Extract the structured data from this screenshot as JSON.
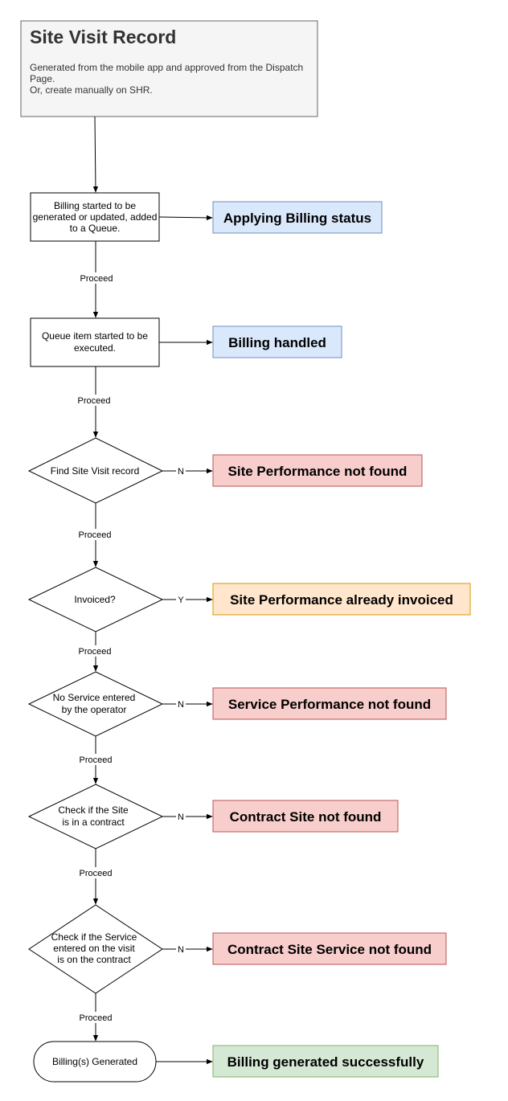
{
  "header": {
    "title": "Site Visit Record",
    "desc_lines": [
      "Generated from the mobile app and approved from the Dispatch",
      "Page.",
      "Or, create manually on SHR."
    ]
  },
  "steps": {
    "billing_started": [
      "Billing started to be",
      "generated or updated, added",
      "to a Queue."
    ],
    "queue_item": [
      "Queue item started to be",
      "executed."
    ],
    "find_site_visit": [
      "Find Site Visit record"
    ],
    "invoiced": [
      "Invoiced?"
    ],
    "no_service": [
      "No Service entered",
      "by the operator"
    ],
    "check_site_contract": [
      "Check if the Site",
      "is in a contract"
    ],
    "check_service_contract": [
      "Check if the Service",
      "entered on the visit",
      "is on the contract"
    ],
    "billing_generated": [
      "Billing(s) Generated"
    ]
  },
  "edge_labels": {
    "proceed": "Proceed",
    "no": "N",
    "yes": "Y"
  },
  "statuses": {
    "applying_billing": "Applying Billing status",
    "billing_handled": "Billing handled",
    "site_perf_not_found": "Site Performance not found",
    "site_perf_invoiced": "Site Performance already invoiced",
    "service_perf_not_found": "Service Performance not found",
    "contract_site_not_found": "Contract Site not found",
    "contract_site_service_not_found": "Contract Site Service not found",
    "billing_success": "Billing generated successfully"
  },
  "colors": {
    "blue_fill": "#dae8fc",
    "blue_stroke": "#6c8ebf",
    "red_fill": "#f8cecc",
    "red_stroke": "#b85450",
    "orange_fill": "#ffe6cc",
    "orange_stroke": "#d79b00",
    "green_fill": "#d5e8d4",
    "green_stroke": "#82b366",
    "header_fill": "#f5f5f5",
    "header_stroke": "#666666"
  }
}
